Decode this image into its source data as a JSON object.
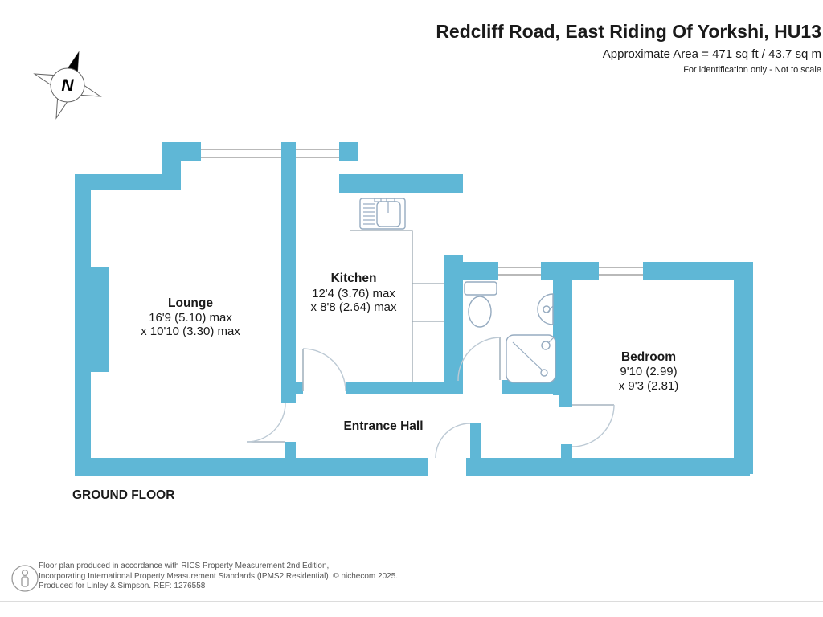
{
  "header": {
    "title": "Redcliff Road, East Riding Of Yorkshi, HU13",
    "area_line": "Approximate Area = 471 sq ft / 43.7 sq m",
    "disclaimer": "For identification only - Not to scale"
  },
  "compass": {
    "letter": "N"
  },
  "floor_label": "GROUND FLOOR",
  "rooms": [
    {
      "name": "Lounge",
      "dim1": "16'9 (5.10) max",
      "dim2": "x 10'10 (3.30) max"
    },
    {
      "name": "Kitchen",
      "dim1": "12'4 (3.76) max",
      "dim2": "x 8'8 (2.64) max"
    },
    {
      "name": "Entrance Hall",
      "dim1": "",
      "dim2": ""
    },
    {
      "name": "Bedroom",
      "dim1": "9'10 (2.99)",
      "dim2": "x 9'3 (2.81)"
    }
  ],
  "footer": {
    "line1": "Floor plan produced in accordance with RICS Property Measurement 2nd Edition,",
    "line2": "Incorporating International Property Measurement Standards (IPMS2 Residential).   © nichecom 2025.",
    "line3": "Produced for Linley & Simpson.   REF: 1276558"
  },
  "colors": {
    "wall": "#5FB7D6",
    "fixture": "#96ABC0",
    "door_arc": "#BCC9D4",
    "text": "#1A1A1A",
    "footer_text": "#555555",
    "window_line": "#8F8F8F"
  }
}
